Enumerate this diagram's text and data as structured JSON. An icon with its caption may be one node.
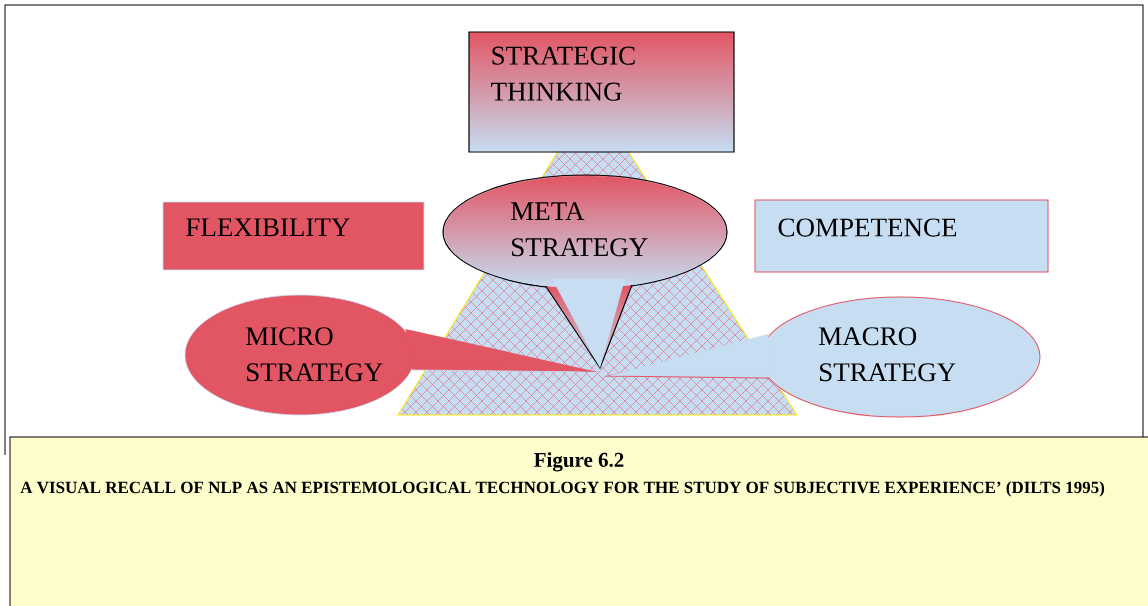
{
  "diagram": {
    "title": "Figure 6.2",
    "caption": "A VISUAL RECALL OF NLP AS AN EPISTEMOLOGICAL TECHNOLOGY FOR THE STUDY OF SUBJECTIVE EXPERIENCE’ (DILTS 1995)",
    "nodes": [
      {
        "text": [
          "STRATEGIC THINKING"
        ]
      },
      {
        "text": [
          "FLEXIBILITY"
        ]
      },
      {
        "text": [
          "META STRATEGY"
        ]
      },
      {
        "text": [
          "COMPETENCE"
        ]
      },
      {
        "text": [
          "MICRO STRATEGY"
        ]
      },
      {
        "text": [
          "MACRO STRATEGY"
        ]
      }
    ]
  }
}
